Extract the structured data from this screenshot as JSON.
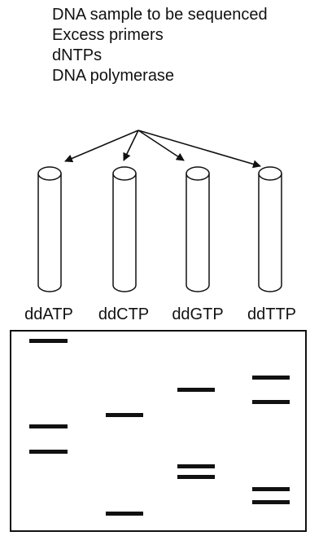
{
  "reagents": {
    "items": [
      "DNA sample to be sequenced",
      "Excess primers",
      "dNTPs",
      "DNA polymerase"
    ]
  },
  "tubes": [
    {
      "label": "ddATP"
    },
    {
      "label": "ddCTP"
    },
    {
      "label": "ddGTP"
    },
    {
      "label": "ddTTP"
    }
  ]
}
